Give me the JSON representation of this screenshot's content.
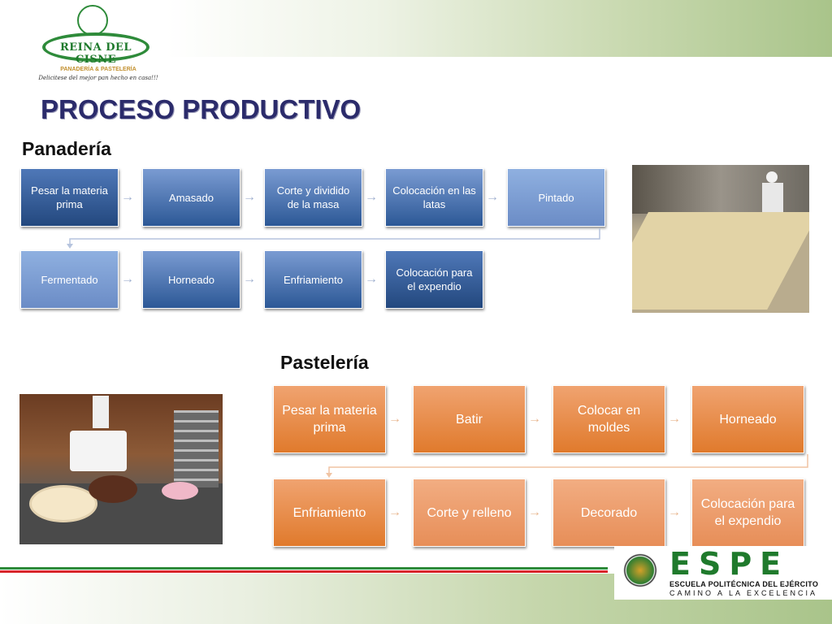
{
  "logo": {
    "name": "REINA DEL CISNE",
    "subtitle": "PANADERÍA & PASTELERÍA",
    "slogan": "Delicitese del mejor pan hecho en casa!!!"
  },
  "title": "PROCESO PRODUCTIVO",
  "panaderia": {
    "heading": "Panadería",
    "row1": [
      "Pesar la materia prima",
      "Amasado",
      "Corte y dividido de la masa",
      "Colocación en las latas",
      "Pintado"
    ],
    "row2": [
      "Fermentado",
      "Horneado",
      "Enfriamiento",
      "Colocación para el expendio"
    ],
    "colors": {
      "dark": "#2c5896",
      "light": "#7a9bd2"
    }
  },
  "pasteleria": {
    "heading": "Pastelería",
    "row1": [
      "Pesar la materia prima",
      "Batir",
      "Colocar en moldes",
      "Horneado"
    ],
    "row2": [
      "Enfriamiento",
      "Corte y relleno",
      "Decorado",
      "Colocación para el expendio"
    ],
    "colors": {
      "dark": "#e07a2c",
      "light": "#f0a370"
    }
  },
  "espe": {
    "letters": "ESPE",
    "line1": "ESCUELA POLITÉCNICA DEL EJÉRCITO",
    "line2": "CAMINO A LA EXCELENCIA"
  }
}
